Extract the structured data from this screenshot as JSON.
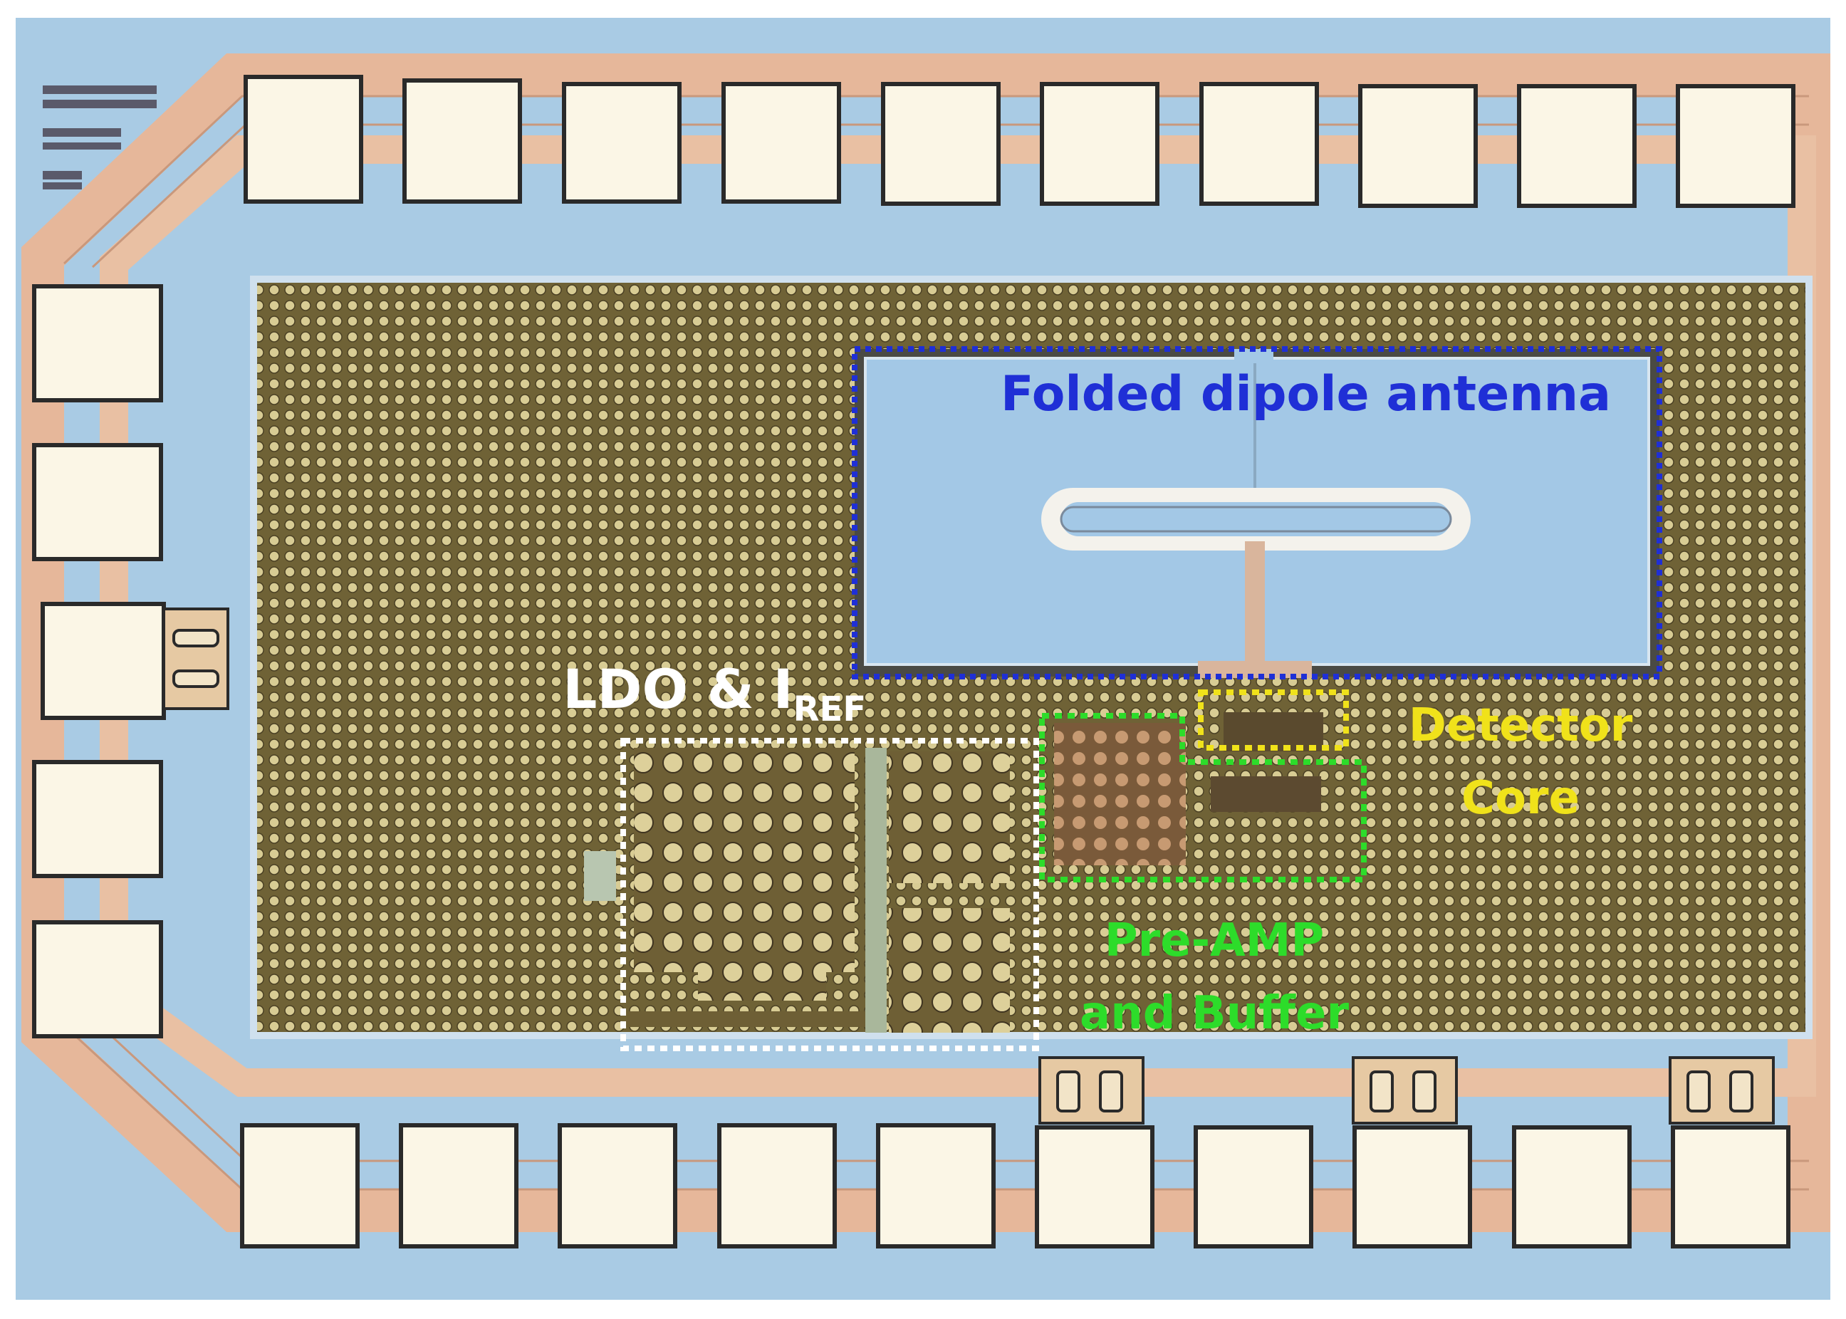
{
  "labels": {
    "antenna": "Folded dipole antenna",
    "ldo_main": "LDO & I",
    "ldo_sub": "REF",
    "detector_line1": "Detector",
    "detector_line2": "Core",
    "preamp_line1": "Pre-AMP",
    "preamp_line2": "and Buffer"
  },
  "colors": {
    "background": "#a9cbe4",
    "metal_ring": "#e6b79a",
    "pad": "#fbf6e6",
    "dummy_fill": "#6f6236",
    "dummy_dot": "#d8cc94",
    "antenna_box": "#1f2fd6",
    "ldo_box": "#ffffff",
    "detector_box": "#f0e21a",
    "preamp_box": "#2ddc2a"
  }
}
